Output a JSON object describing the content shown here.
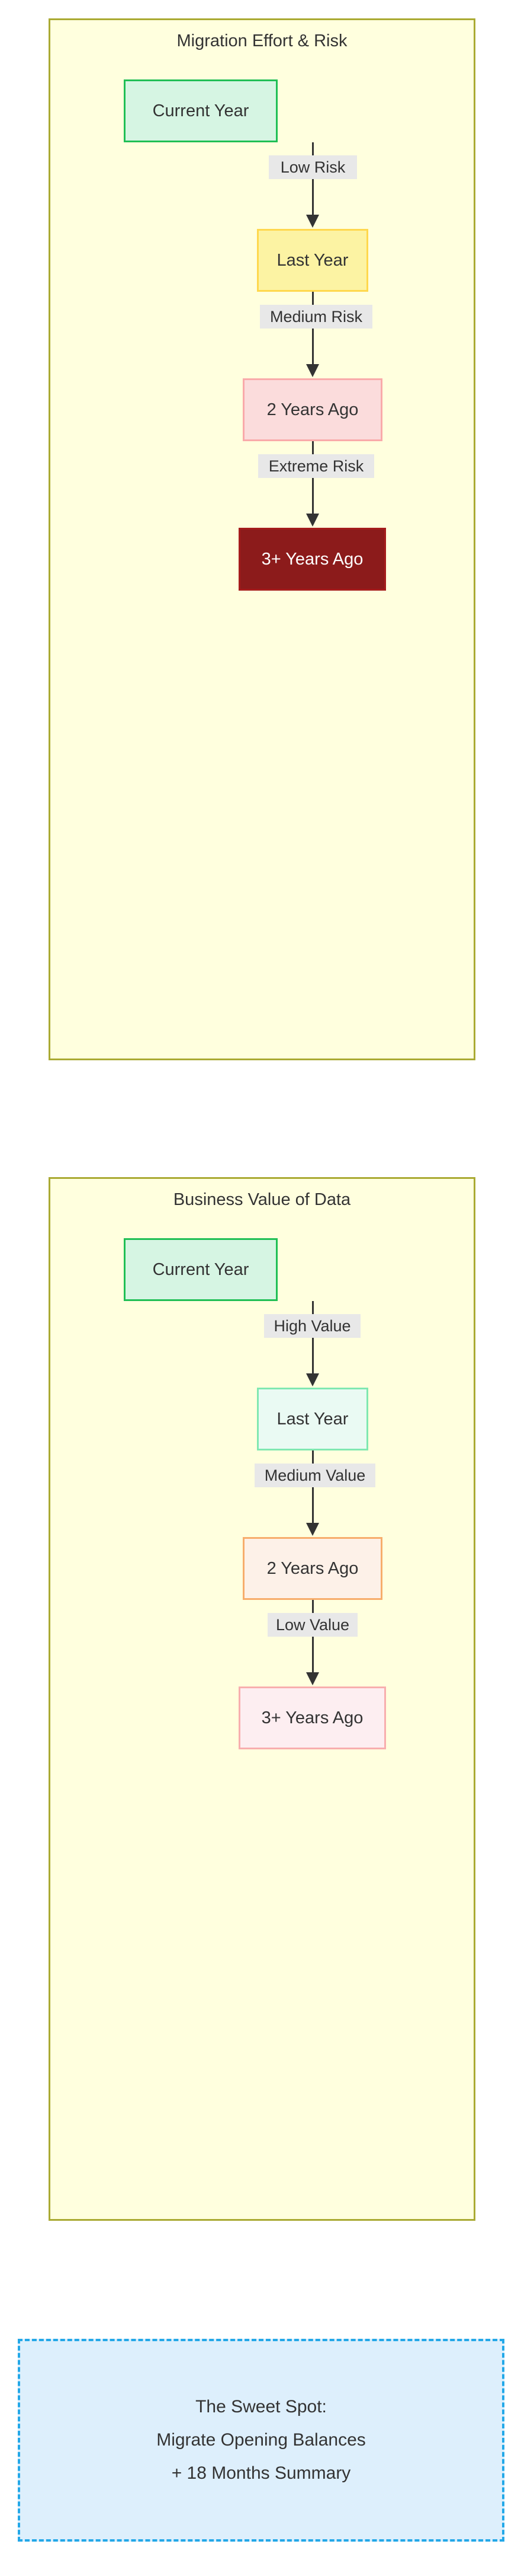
{
  "diagram": {
    "type": "flowchart",
    "direction": "top-down",
    "colors": {
      "subgraph_fill": "#ffffde",
      "subgraph_border": "#aaaa33",
      "edge_line": "#333333",
      "edge_label_bg": "#e8e8e8",
      "callout_fill": "#ddeffc",
      "callout_border": "#23a8e8",
      "node_text": "#333333",
      "node_text_inverse": "#ffffff"
    },
    "subgraphs": [
      {
        "id": "migration-effort-risk",
        "title": "Migration Effort & Risk",
        "nodes": [
          {
            "id": "effort-current-year",
            "label": "Current Year",
            "style": "n-green-strong"
          },
          {
            "id": "effort-last-year",
            "label": "Last Year",
            "style": "n-yellow"
          },
          {
            "id": "effort-2-years-ago",
            "label": "2 Years Ago",
            "style": "n-pink"
          },
          {
            "id": "effort-3-plus-years-ago",
            "label": "3+ Years Ago",
            "style": "n-darkred"
          }
        ],
        "edges": [
          {
            "id": "edge-low-risk",
            "label": "Low Risk"
          },
          {
            "id": "edge-medium-risk",
            "label": "Medium Risk"
          },
          {
            "id": "edge-extreme-risk",
            "label": "Extreme Risk"
          }
        ]
      },
      {
        "id": "business-value-of-data",
        "title": "Business Value of Data",
        "nodes": [
          {
            "id": "value-current-year",
            "label": "Current Year",
            "style": "n-green-strong"
          },
          {
            "id": "value-last-year",
            "label": "Last Year",
            "style": "n-green-light"
          },
          {
            "id": "value-2-years-ago",
            "label": "2 Years Ago",
            "style": "n-peach"
          },
          {
            "id": "value-3-plus-years-ago",
            "label": "3+ Years Ago",
            "style": "n-lightpink"
          }
        ],
        "edges": [
          {
            "id": "edge-high-value",
            "label": "High Value"
          },
          {
            "id": "edge-medium-value",
            "label": "Medium Value"
          },
          {
            "id": "edge-low-value",
            "label": "Low Value"
          }
        ]
      }
    ],
    "callout": {
      "id": "sweet-spot-callout",
      "lines": [
        "The Sweet Spot:",
        "Migrate Opening Balances",
        "+ 18 Months Summary"
      ]
    }
  }
}
